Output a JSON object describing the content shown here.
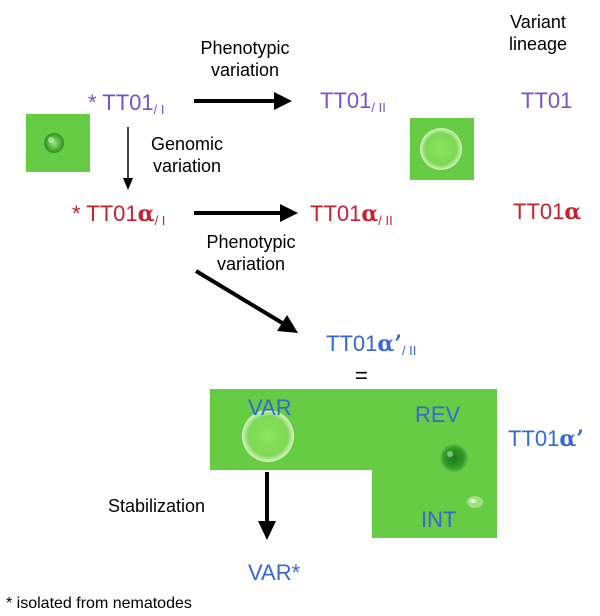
{
  "colors": {
    "purple": "#7a4fd6",
    "red": "#cc1f2e",
    "blue": "#3866d6",
    "agar_green": "#66cc44",
    "colony_green": "#33aa22"
  },
  "header": {
    "variant_lineage": "Variant lineage"
  },
  "row1": {
    "star": "*",
    "start_base": "TT01",
    "start_sub": "/ I",
    "arrow_label": "Phenotypic variation",
    "end_base": "TT01",
    "end_sub": "/ II",
    "lineage": "TT01"
  },
  "genomic_label": "Genomic variation",
  "row2": {
    "star": "*",
    "start_base": "TT01",
    "start_greek": "α",
    "start_sub": "/ I",
    "end_base": "TT01",
    "end_greek": "α",
    "end_sub": "/ II",
    "lineage_base": "TT01",
    "lineage_greek": "α"
  },
  "diag_label": "Phenotypic variation",
  "row3": {
    "base": "TT01",
    "greek": "α’",
    "sub": "/ II",
    "equals": "="
  },
  "plate": {
    "var": "VAR",
    "rev": "REV",
    "int": "INT",
    "lineage_base": "TT01",
    "lineage_greek": "α’"
  },
  "stabilization": {
    "label": "Stabilization",
    "result": "VAR*"
  },
  "footnote": "* isolated from nematodes"
}
